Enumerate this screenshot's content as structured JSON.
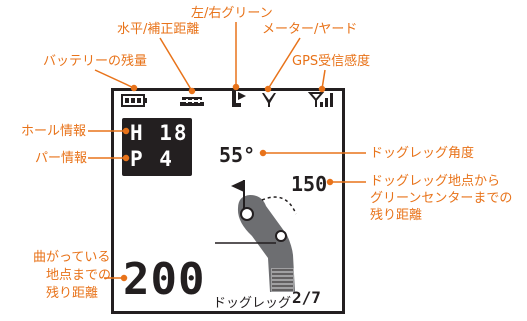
{
  "callouts": {
    "battery": "バッテリーの残量",
    "horizontal": "水平/補正距離",
    "left_right": "左/右グリーン",
    "meter_yard": "メーター/ヤード",
    "gps": "GPS受信感度",
    "hole_info": "ホール情報",
    "par_info": "パー情報",
    "dogleg_angle": "ドッグレッグ角度",
    "dogleg_dist_l1": "ドッグレッグ地点から",
    "dogleg_dist_l2": "グリーンセンターまでの",
    "dogleg_dist_l3": "残り距離",
    "bend_l1": "曲がっている",
    "bend_l2": "地点までの",
    "bend_l3": "残り距離"
  },
  "screen": {
    "hole": "H 18",
    "par": "P 4",
    "angle": "55°",
    "dogleg_distance": "150",
    "remaining_distance": "200",
    "footer_label": "ドッグレッグ",
    "page": "2/7",
    "unit_glyph": "y"
  },
  "colors": {
    "accent": "#e8731a",
    "ink": "#231f20",
    "fairway": "#6d6e71"
  },
  "icons": [
    "battery-icon",
    "slope-icon",
    "left-right-green-icon",
    "yard-icon",
    "gps-signal-icon",
    "flag-icon"
  ]
}
